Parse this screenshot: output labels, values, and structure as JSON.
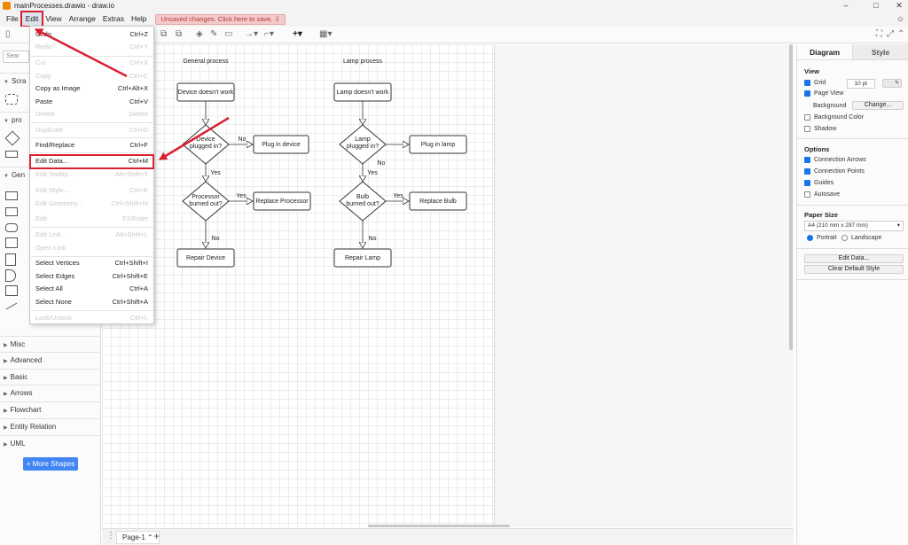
{
  "window": {
    "title": "mainProcesses.drawio - draw.io",
    "minimize": "–",
    "maximize": "□",
    "close": "✕"
  },
  "menubar": {
    "items": [
      "File",
      "Edit",
      "View",
      "Arrange",
      "Extras",
      "Help"
    ],
    "unsaved_label": "Unsaved changes. Click here to save."
  },
  "sidebar": {
    "search_placeholder": "Sear",
    "sections": [
      "Scra",
      "pro",
      "Gen",
      "Misc",
      "Advanced",
      "Basic",
      "Arrows",
      "Flowchart",
      "Entity Relation",
      "UML"
    ],
    "more_shapes": "+ More Shapes"
  },
  "edit_menu": {
    "items": [
      {
        "label": "Undo",
        "shortcut": "Ctrl+Z",
        "enabled": true
      },
      {
        "label": "Redo",
        "shortcut": "Ctrl+Y",
        "enabled": false
      },
      {
        "label": "Cut",
        "shortcut": "Ctrl+X",
        "enabled": false
      },
      {
        "label": "Copy",
        "shortcut": "Ctrl+C",
        "enabled": false
      },
      {
        "label": "Copy as Image",
        "shortcut": "Ctrl+Alt+X",
        "enabled": true
      },
      {
        "label": "Paste",
        "shortcut": "Ctrl+V",
        "enabled": true
      },
      {
        "label": "Delete",
        "shortcut": "Delete",
        "enabled": false
      },
      {
        "label": "Duplicate",
        "shortcut": "Ctrl+D",
        "enabled": false
      },
      {
        "label": "Find/Replace",
        "shortcut": "Ctrl+F",
        "enabled": true
      },
      {
        "label": "Edit Data...",
        "shortcut": "Ctrl+M",
        "enabled": true
      },
      {
        "label": "Edit Tooltip...",
        "shortcut": "Alt+Shift+T",
        "enabled": false
      },
      {
        "label": "Edit Style...",
        "shortcut": "Ctrl+E",
        "enabled": false
      },
      {
        "label": "Edit Geometry...",
        "shortcut": "Ctrl+Shift+M",
        "enabled": false
      },
      {
        "label": "Edit",
        "shortcut": "F2/Enter",
        "enabled": false
      },
      {
        "label": "Edit Link...",
        "shortcut": "Alt+Shift+L",
        "enabled": false
      },
      {
        "label": "Open Link",
        "shortcut": "",
        "enabled": false
      },
      {
        "label": "Select Vertices",
        "shortcut": "Ctrl+Shift+I",
        "enabled": true
      },
      {
        "label": "Select Edges",
        "shortcut": "Ctrl+Shift+E",
        "enabled": true
      },
      {
        "label": "Select All",
        "shortcut": "Ctrl+A",
        "enabled": true
      },
      {
        "label": "Select None",
        "shortcut": "Ctrl+Shift+A",
        "enabled": true
      },
      {
        "label": "Lock/Unlock",
        "shortcut": "Ctrl+L",
        "enabled": false
      }
    ]
  },
  "diagram": {
    "general_title": "General process",
    "lamp_title": "Lamp process",
    "general": {
      "start": "Device doesn't work",
      "decision1": "Device plugged in?",
      "action1": "Plug in device",
      "decision2": "Processor burned out?",
      "action2": "Replace Processor",
      "end": "Repair Device"
    },
    "lamp": {
      "start": "Lamp doesn't work",
      "decision1": "Lamp plugged in?",
      "action1": "Plug in lamp",
      "decision2": "Bulb burned out?",
      "action2": "Replace Bulb",
      "end": "Repair Lamp"
    },
    "edge_labels": {
      "yes": "Yes",
      "no": "No"
    }
  },
  "right_panel": {
    "tabs": [
      "Diagram",
      "Style"
    ],
    "view_heading": "View",
    "grid_label": "Grid",
    "grid_size": "10 pt",
    "page_view_label": "Page View",
    "background_label": "Background",
    "change_button": "Change...",
    "background_color_label": "Background Color",
    "shadow_label": "Shadow",
    "options_heading": "Options",
    "connection_arrows": "Connection Arrows",
    "connection_points": "Connection Points",
    "guides": "Guides",
    "autosave": "Autosave",
    "paper_heading": "Paper Size",
    "paper_value": "A4 (210 mm x 297 mm)",
    "portrait": "Portrait",
    "landscape": "Landscape",
    "edit_data_button": "Edit Data...",
    "clear_style_button": "Clear Default Style"
  },
  "bottom": {
    "page_tab": "Page-1",
    "add_page": "+"
  },
  "colors": {
    "highlight": "#d9202e",
    "accent": "#1a73e8",
    "more_shapes": "#4285f4"
  }
}
